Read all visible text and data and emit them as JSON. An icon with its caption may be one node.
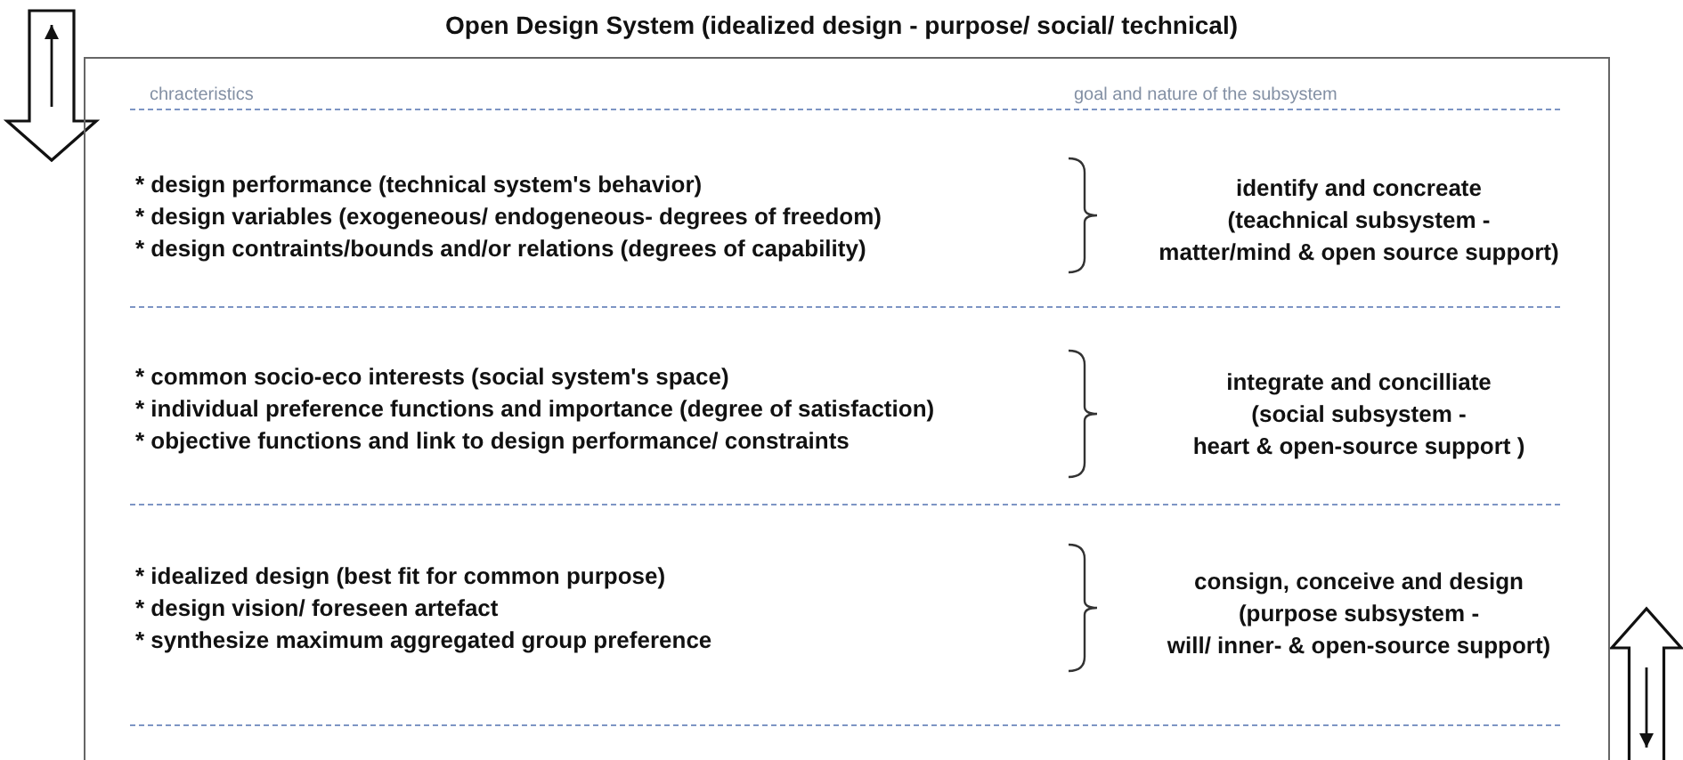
{
  "diagram": {
    "title": "Open Design System (idealized design - purpose/ social/ technical)",
    "nodes": [
      {
        "text": [
          "chracteristics",
          "goal and nature of the subsystem",
          "* design performance (technical system's behavior)",
          "* design variables (exogeneous/ endogeneous- degrees of freedom)",
          "* design contraints/bounds and/or relations (degrees of capability)",
          "identify and concreate",
          "(teachnical subsystem -",
          "matter/mind & open source support)",
          "* common socio-eco interests (social system's space)",
          "* individual preference functions and importance (degree of satisfaction)",
          "* objective functions and link to design performance/ constraints",
          "integrate and concilliate",
          "(social subsystem -",
          "heart & open-source support )",
          "* idealized design (best fit for common purpose)",
          "* design vision/ foreseen artefact",
          "* synthesize maximum aggregated group preference",
          "consign, conceive and design",
          "(purpose subsystem -",
          "will/ inner- & open-source support)"
        ]
      }
    ]
  }
}
